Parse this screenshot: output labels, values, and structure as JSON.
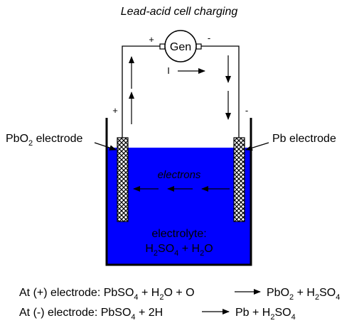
{
  "title": "Lead-acid cell charging",
  "generator": {
    "label": "Gen",
    "plus": "+",
    "minus": "-"
  },
  "current_label": "I",
  "terminal_plus": "+",
  "terminal_minus": "-",
  "left_electrode": {
    "pre": "PbO",
    "sub": "2",
    "post": " electrode"
  },
  "right_electrode": {
    "label": "Pb electrode"
  },
  "electrons_label": "electrons",
  "electrolyte": {
    "label": "electrolyte:",
    "formula": [
      {
        "t": "H",
        "s": ""
      },
      {
        "t": "",
        "s": "2"
      },
      {
        "t": "SO",
        "s": ""
      },
      {
        "t": "",
        "s": "4"
      },
      {
        "t": " + H",
        "s": ""
      },
      {
        "t": "",
        "s": "2"
      },
      {
        "t": "O",
        "s": ""
      }
    ]
  },
  "equations": [
    {
      "lhs": [
        {
          "t": "At (+) electrode: PbSO",
          "s": ""
        },
        {
          "t": "",
          "s": "4"
        },
        {
          "t": " + H",
          "s": ""
        },
        {
          "t": "",
          "s": "2"
        },
        {
          "t": "O + O",
          "s": ""
        }
      ],
      "rhs": [
        {
          "t": "PbO",
          "s": ""
        },
        {
          "t": "",
          "s": "2"
        },
        {
          "t": " + H",
          "s": ""
        },
        {
          "t": "",
          "s": "2"
        },
        {
          "t": "SO",
          "s": ""
        },
        {
          "t": "",
          "s": "4"
        }
      ]
    },
    {
      "lhs": [
        {
          "t": "At (-) electrode: PbSO",
          "s": ""
        },
        {
          "t": "",
          "s": "4"
        },
        {
          "t": " + 2H",
          "s": ""
        }
      ],
      "rhs": [
        {
          "t": "Pb + H",
          "s": ""
        },
        {
          "t": "",
          "s": "2"
        },
        {
          "t": "SO",
          "s": ""
        },
        {
          "t": "",
          "s": "4"
        }
      ]
    }
  ],
  "colors": {
    "electrolyte": "#0000ff",
    "wire": "#000000",
    "background": "#ffffff"
  }
}
